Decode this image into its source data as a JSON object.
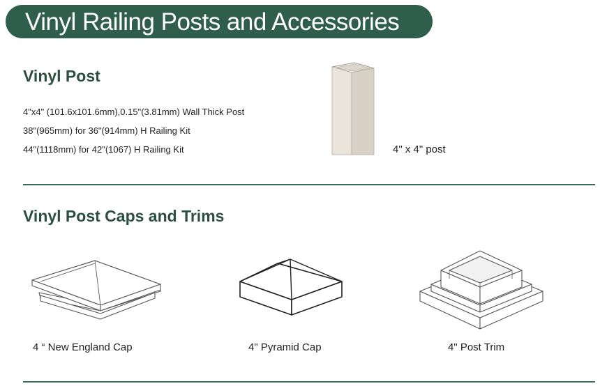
{
  "banner": {
    "title": "Vinyl Railing Posts and Accessories"
  },
  "post_section": {
    "title": "Vinyl Post",
    "specs": [
      "4\"x4\" (101.6x101.6mm),0.15\"(3.81mm) Wall Thick Post",
      "38\"(965mm) for 36\"(914mm) H Railing Kit",
      "44\"(1118mm) for 42\"(1067) H Railing Kit"
    ],
    "image_label": "4\" x 4\" post"
  },
  "caps_section": {
    "title": "Vinyl Post Caps and Trims",
    "items": [
      {
        "label": "4 “ New England Cap"
      },
      {
        "label": "4\" Pyramid Cap"
      },
      {
        "label": "4\" Post Trim"
      }
    ]
  },
  "colors": {
    "banner": "#2f5e4c",
    "heading": "#2c4f3f",
    "divider": "#3c6a58",
    "post": "#ece6de"
  }
}
